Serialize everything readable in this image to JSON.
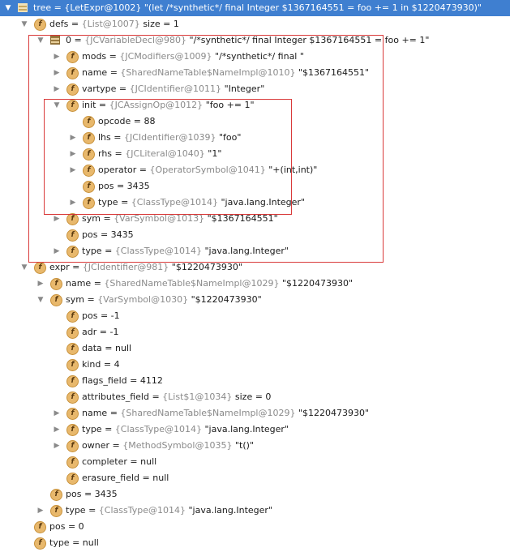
{
  "rows": [
    {
      "depth": 0,
      "arrow": "down",
      "icon": "array",
      "name": "tree",
      "type": "{LetExpr@1002}",
      "str": "\"(let /*synthetic*/ final Integer $1367164551 = foo += 1 in $1220473930)\"",
      "selected": true
    },
    {
      "depth": 1,
      "arrow": "down",
      "icon": "field",
      "name": "defs",
      "type": "{List@1007}",
      "str": "size = 1"
    },
    {
      "depth": 2,
      "arrow": "down",
      "icon": "array",
      "name": "0",
      "type": "{JCVariableDecl@980}",
      "str": "\"/*synthetic*/ final Integer $1367164551 = foo += 1\""
    },
    {
      "depth": 3,
      "arrow": "right",
      "icon": "field",
      "name": "mods",
      "type": "{JCModifiers@1009}",
      "str": "\"/*synthetic*/ final \""
    },
    {
      "depth": 3,
      "arrow": "right",
      "icon": "field",
      "name": "name",
      "type": "{SharedNameTable$NameImpl@1010}",
      "str": "\"$1367164551\""
    },
    {
      "depth": 3,
      "arrow": "right",
      "icon": "field",
      "name": "vartype",
      "type": "{JCIdentifier@1011}",
      "str": "\"Integer\""
    },
    {
      "depth": 3,
      "arrow": "down",
      "icon": "field",
      "name": "init",
      "type": "{JCAssignOp@1012}",
      "str": "\"foo += 1\""
    },
    {
      "depth": 4,
      "arrow": "none",
      "icon": "field",
      "name": "opcode",
      "val": "88"
    },
    {
      "depth": 4,
      "arrow": "right",
      "icon": "field",
      "name": "lhs",
      "type": "{JCIdentifier@1039}",
      "str": "\"foo\""
    },
    {
      "depth": 4,
      "arrow": "right",
      "icon": "field",
      "name": "rhs",
      "type": "{JCLiteral@1040}",
      "str": "\"1\""
    },
    {
      "depth": 4,
      "arrow": "right",
      "icon": "field",
      "name": "operator",
      "type": "{OperatorSymbol@1041}",
      "str": "\"+(int,int)\""
    },
    {
      "depth": 4,
      "arrow": "none",
      "icon": "field",
      "name": "pos",
      "val": "3435"
    },
    {
      "depth": 4,
      "arrow": "right",
      "icon": "field",
      "name": "type",
      "type": "{ClassType@1014}",
      "str": "\"java.lang.Integer\""
    },
    {
      "depth": 3,
      "arrow": "right",
      "icon": "field",
      "name": "sym",
      "type": "{VarSymbol@1013}",
      "str": "\"$1367164551\""
    },
    {
      "depth": 3,
      "arrow": "none",
      "icon": "field",
      "name": "pos",
      "val": "3435"
    },
    {
      "depth": 3,
      "arrow": "right",
      "icon": "field",
      "name": "type",
      "type": "{ClassType@1014}",
      "str": "\"java.lang.Integer\""
    },
    {
      "depth": 1,
      "arrow": "down",
      "icon": "field",
      "name": "expr",
      "type": "{JCIdentifier@981}",
      "str": "\"$1220473930\""
    },
    {
      "depth": 2,
      "arrow": "right",
      "icon": "field",
      "name": "name",
      "type": "{SharedNameTable$NameImpl@1029}",
      "str": "\"$1220473930\""
    },
    {
      "depth": 2,
      "arrow": "down",
      "icon": "field",
      "name": "sym",
      "type": "{VarSymbol@1030}",
      "str": "\"$1220473930\""
    },
    {
      "depth": 3,
      "arrow": "none",
      "icon": "field",
      "name": "pos",
      "val": "-1"
    },
    {
      "depth": 3,
      "arrow": "none",
      "icon": "field",
      "name": "adr",
      "val": "-1"
    },
    {
      "depth": 3,
      "arrow": "none",
      "icon": "field",
      "name": "data",
      "val": "null"
    },
    {
      "depth": 3,
      "arrow": "none",
      "icon": "field",
      "name": "kind",
      "val": "4"
    },
    {
      "depth": 3,
      "arrow": "none",
      "icon": "field",
      "name": "flags_field",
      "val": "4112"
    },
    {
      "depth": 3,
      "arrow": "none",
      "icon": "field",
      "name": "attributes_field",
      "type": "{List$1@1034}",
      "str": "size = 0"
    },
    {
      "depth": 3,
      "arrow": "right",
      "icon": "field",
      "name": "name",
      "type": "{SharedNameTable$NameImpl@1029}",
      "str": "\"$1220473930\""
    },
    {
      "depth": 3,
      "arrow": "right",
      "icon": "field",
      "name": "type",
      "type": "{ClassType@1014}",
      "str": "\"java.lang.Integer\""
    },
    {
      "depth": 3,
      "arrow": "right",
      "icon": "field",
      "name": "owner",
      "type": "{MethodSymbol@1035}",
      "str": "\"t()\""
    },
    {
      "depth": 3,
      "arrow": "none",
      "icon": "field",
      "name": "completer",
      "val": "null"
    },
    {
      "depth": 3,
      "arrow": "none",
      "icon": "field",
      "name": "erasure_field",
      "val": "null"
    },
    {
      "depth": 2,
      "arrow": "none",
      "icon": "field",
      "name": "pos",
      "val": "3435"
    },
    {
      "depth": 2,
      "arrow": "right",
      "icon": "field",
      "name": "type",
      "type": "{ClassType@1014}",
      "str": "\"java.lang.Integer\""
    },
    {
      "depth": 1,
      "arrow": "none",
      "icon": "field",
      "name": "pos",
      "val": "0"
    },
    {
      "depth": 1,
      "arrow": "none",
      "icon": "field",
      "name": "type",
      "val": "null"
    }
  ],
  "icons": {
    "field": "f",
    "array": "array-icon"
  },
  "colors": {
    "selected_bg": "#3f7fd0",
    "field_icon": "#e8b86c",
    "highlight_box": "#d93a3a",
    "type_text": "#8a8a8a"
  }
}
